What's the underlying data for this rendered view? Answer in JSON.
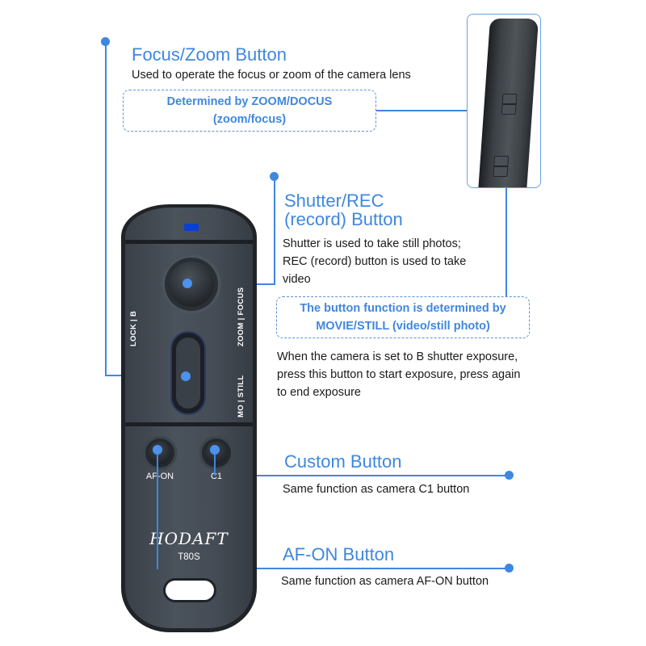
{
  "colors": {
    "accent": "#3f87e0",
    "led": "#0a3fd6",
    "remote_body": "#454c55"
  },
  "callouts": {
    "focus_zoom": {
      "title": "Focus/Zoom Button",
      "description": "Used to operate the focus or zoom of the camera lens",
      "note_line1": "Determined by ZOOM/DOCUS",
      "note_line2": "(zoom/focus)"
    },
    "shutter_rec": {
      "title_line1": "Shutter/REC",
      "title_line2": "(record) Button",
      "desc_line1": "Shutter is used to take still photos;",
      "desc_line2": "REC (record) button is used to take",
      "desc_line3": "video",
      "note_line1": "The button function is determined by",
      "note_line2": "MOVIE/STILL (video/still photo)",
      "bulb_line1": "When the camera is set to B shutter exposure,",
      "bulb_line2": "press this button to start exposure, press again",
      "bulb_line3": "to end exposure"
    },
    "custom": {
      "title": "Custom Button",
      "description": "Same function as camera C1 button"
    },
    "af_on": {
      "title": "AF-ON Button",
      "description": "Same function as camera AF-ON button"
    }
  },
  "remote": {
    "brand": "HODAFT",
    "model": "T80S",
    "left_switch_label": "LOCK | B",
    "right_switch_label_top": "ZOOM | FOCUS",
    "right_switch_label_bottom": "MO | STILL",
    "button_af_on": "AF-ON",
    "button_c1": "C1"
  }
}
